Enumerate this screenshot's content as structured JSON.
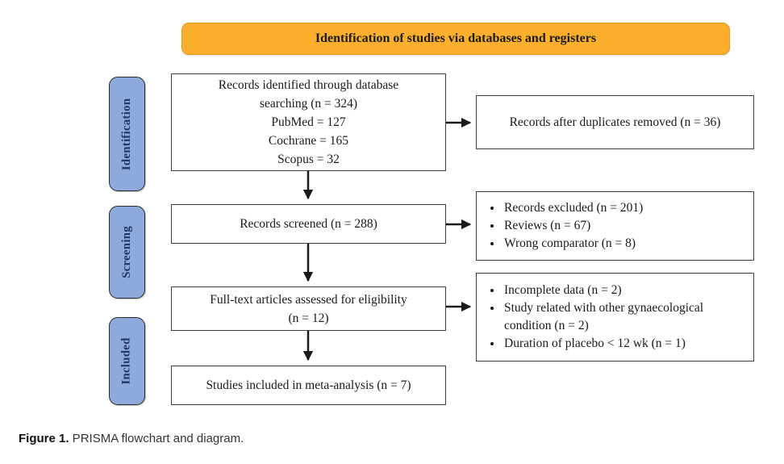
{
  "header": {
    "title": "Identification of studies via databases and registers"
  },
  "stages": [
    {
      "label": "Identification"
    },
    {
      "label": "Screening"
    },
    {
      "label": "Included"
    }
  ],
  "main_boxes": [
    {
      "lines": [
        "Records identified through database",
        "searching (n = 324)",
        "PubMed = 127",
        "Cochrane = 165",
        "Scopus = 32"
      ]
    },
    {
      "lines": [
        "Records screened (n = 288)"
      ]
    },
    {
      "lines": [
        "Full-text articles assessed for eligibility",
        "(n = 12)"
      ]
    },
    {
      "lines": [
        "Studies included in meta-analysis (n = 7)"
      ]
    }
  ],
  "side_boxes": [
    {
      "text": "Records after duplicates removed (n = 36)"
    },
    {
      "bullets": [
        "Records excluded (n = 201)",
        "Reviews (n = 67)",
        "Wrong comparator (n = 8)"
      ]
    },
    {
      "bullets": [
        "Incomplete data (n = 2)",
        "Study related with other gynaecological condition (n = 2)",
        "Duration of placebo < 12 wk (n = 1)"
      ]
    }
  ],
  "caption": {
    "label": "Figure 1.",
    "text": " PRISMA flowchart and diagram."
  },
  "colors": {
    "header_bg": "#FBAF2D",
    "header_border": "#E39C1E",
    "stage_bg": "#8EAADC",
    "stage_text": "#1F3864",
    "box_border": "#3F3F3F",
    "arrow": "#1A1A1A"
  }
}
